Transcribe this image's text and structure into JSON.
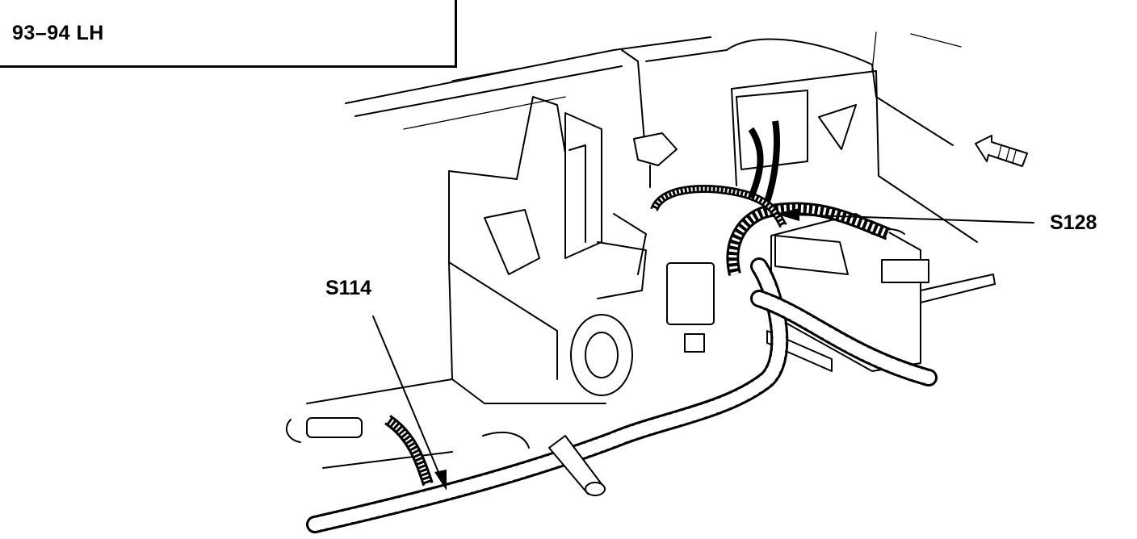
{
  "header": {
    "title": "93–94 LH"
  },
  "callouts": {
    "s128": "S128",
    "s114": "S114"
  },
  "icons": {
    "front_arrow": "front-direction-arrow-icon"
  }
}
